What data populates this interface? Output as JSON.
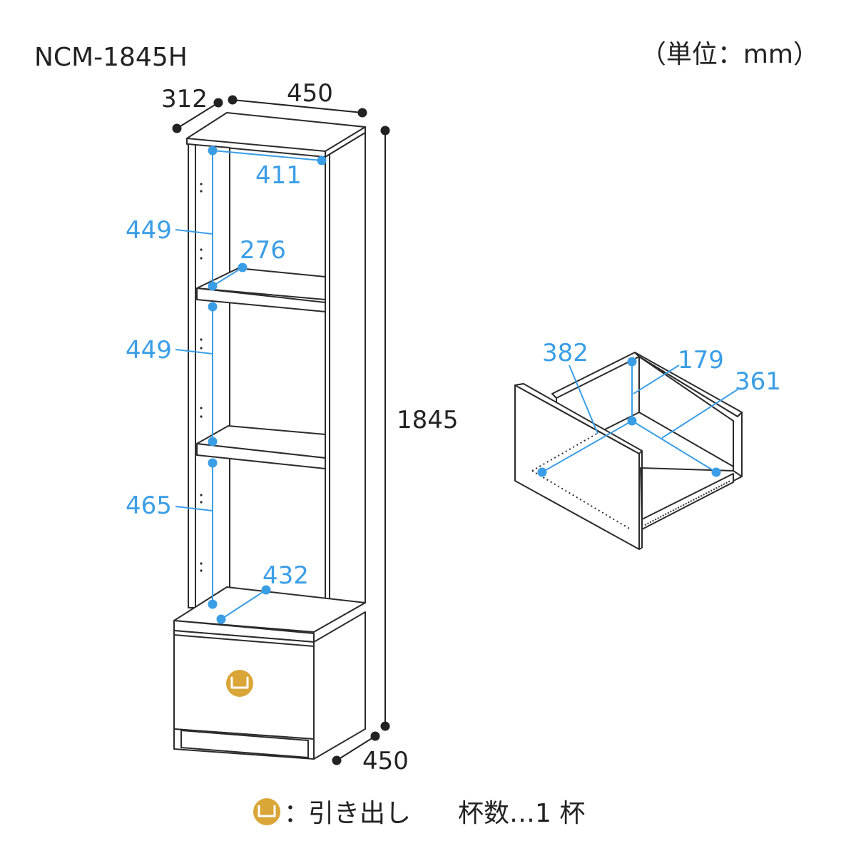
{
  "model": "NCM-1845H",
  "unit_note": "（単位：mm）",
  "colors": {
    "outline": "#2b2b2b",
    "dimension_blue": "#3a9ee6",
    "handle_gold": "#d9a637"
  },
  "dimensions": {
    "depth_top": "312",
    "width_top": "450",
    "height_total": "1845",
    "depth_bottom": "450",
    "inner_width": "411",
    "shelf_depth": "276",
    "bottom_depth": "432",
    "shelf_height_1": "449",
    "shelf_height_2": "449",
    "shelf_height_3": "465"
  },
  "drawer": {
    "width": "382",
    "height": "179",
    "depth": "361"
  },
  "legend": {
    "icon": "drawer-handle-icon",
    "separator": "：",
    "label": "引き出し",
    "count_label": "杯数…1 杯"
  }
}
